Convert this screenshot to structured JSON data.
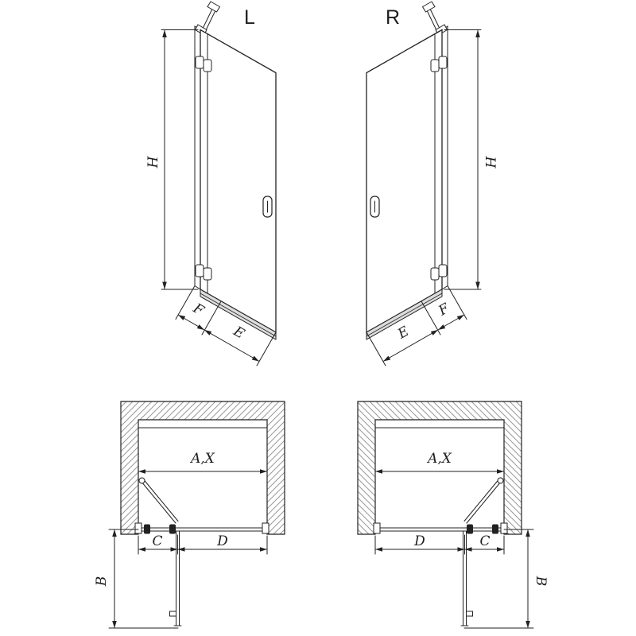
{
  "title": "Shower door technical drawing - left and right variants",
  "labels": {
    "left": "L",
    "right": "R",
    "height": "H",
    "profile": "F",
    "entry": "E",
    "opening": "A,X",
    "side": "C",
    "door": "D",
    "depth": "B"
  },
  "colors": {
    "line": "#222222",
    "hatch": "#999999",
    "glass_fill": "#ffffff",
    "threshold_fill": "#dcdcdc",
    "background": "#ffffff"
  }
}
